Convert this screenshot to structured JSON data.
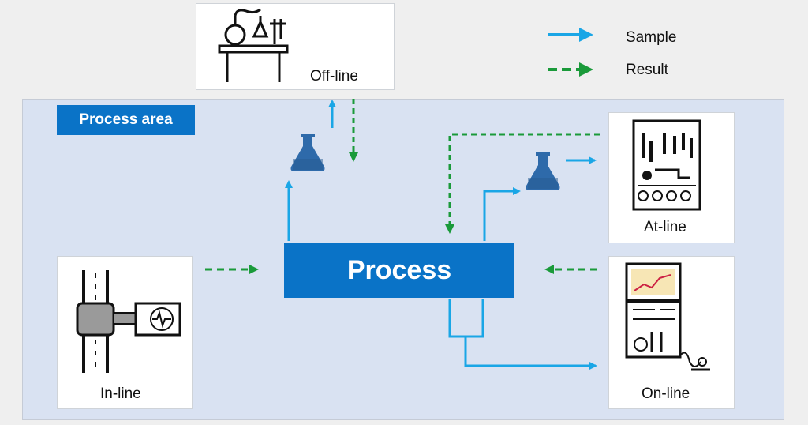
{
  "diagram": {
    "area_label": "Process area",
    "process_label": "Process",
    "nodes": {
      "off_line": "Off-line",
      "at_line": "At-line",
      "on_line": "On-line",
      "in_line": "In-line"
    }
  },
  "legend": {
    "sample": "Sample",
    "result": "Result"
  },
  "colors": {
    "sample_arrow": "#1aa6e6",
    "result_arrow": "#1a9a3a",
    "process_fill": "#0a73c7",
    "area_fill": "#d9e2f2",
    "flask": "#2e6aaa"
  }
}
